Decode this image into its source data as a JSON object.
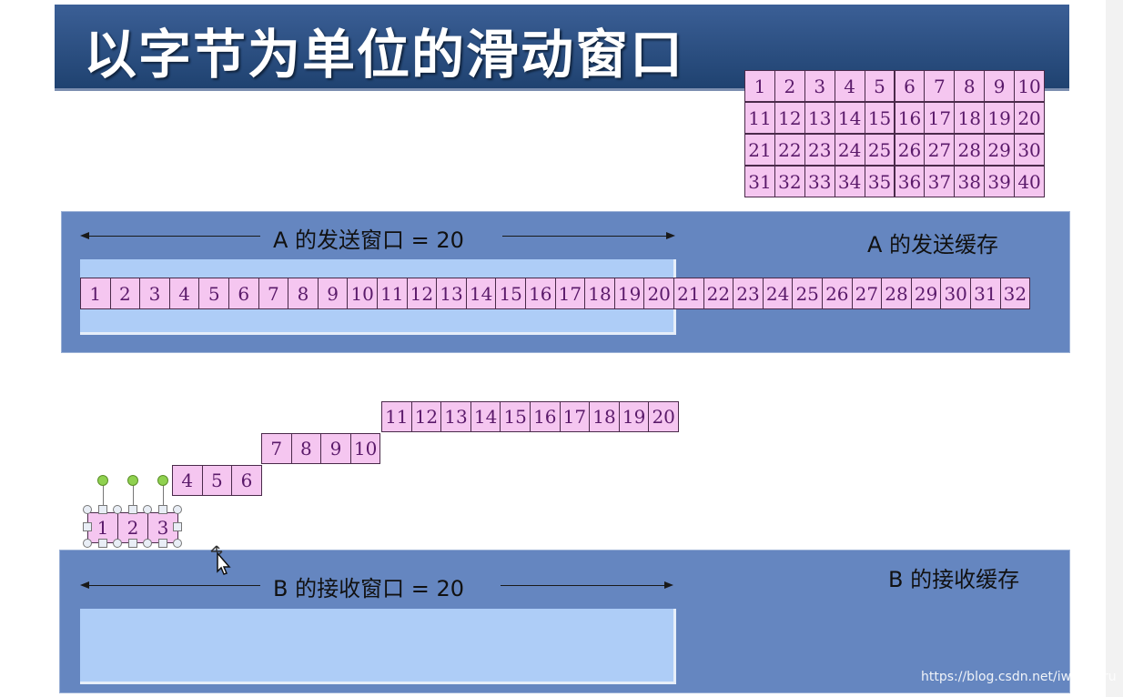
{
  "title": "以字节为单位的滑动窗口",
  "reference_grid": [
    [
      "1",
      "2",
      "3",
      "4",
      "5",
      "6",
      "7",
      "8",
      "9",
      "10"
    ],
    [
      "11",
      "12",
      "13",
      "14",
      "15",
      "16",
      "17",
      "18",
      "19",
      "20"
    ],
    [
      "21",
      "22",
      "23",
      "24",
      "25",
      "26",
      "27",
      "28",
      "29",
      "30"
    ],
    [
      "31",
      "32",
      "33",
      "34",
      "35",
      "36",
      "37",
      "38",
      "39",
      "40"
    ]
  ],
  "sender": {
    "window_label": "A 的发送窗口 = 20",
    "buffer_label": "A 的发送缓存",
    "bytes": [
      "1",
      "2",
      "3",
      "4",
      "5",
      "6",
      "7",
      "8",
      "9",
      "10",
      "11",
      "12",
      "13",
      "14",
      "15",
      "16",
      "17",
      "18",
      "19",
      "20",
      "21",
      "22",
      "23",
      "24",
      "25",
      "26",
      "27",
      "28",
      "29",
      "30",
      "31",
      "32"
    ]
  },
  "in_transit": {
    "row_1": [
      "11",
      "12",
      "13",
      "14",
      "15",
      "16",
      "17",
      "18",
      "19",
      "20"
    ],
    "row_2": [
      "7",
      "8",
      "9",
      "10"
    ],
    "row_3": [
      "4",
      "5",
      "6"
    ],
    "selected": [
      "1",
      "2",
      "3"
    ]
  },
  "receiver": {
    "window_label": "B 的接收窗口 = 20",
    "buffer_label": "B 的接收缓存"
  },
  "watermark": "https://blog.csdn.net/iwanderu",
  "colors": {
    "title_bg": "#2a4d80",
    "panel_bg": "#6586c0",
    "window_fill": "#aecdf7",
    "byte_cell": "#f5c6f0",
    "byte_text": "#5a1a6a"
  }
}
